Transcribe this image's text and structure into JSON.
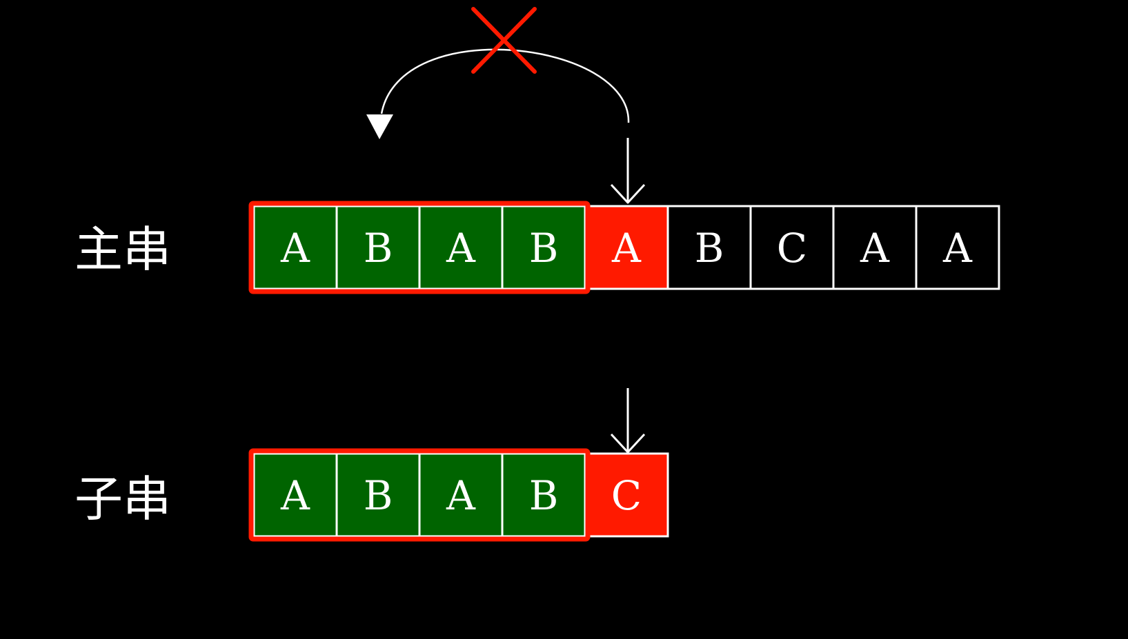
{
  "main_string": {
    "label": "主串",
    "cells": [
      "A",
      "B",
      "A",
      "B",
      "A",
      "B",
      "C",
      "A",
      "A"
    ],
    "matched_count": 4,
    "mismatch_index": 4
  },
  "sub_string": {
    "label": "子串",
    "cells": [
      "A",
      "B",
      "A",
      "B",
      "C"
    ],
    "matched_count": 4,
    "mismatch_index": 4
  },
  "colors": {
    "background": "#000000",
    "matched_fill": "#006400",
    "mismatch_fill": "#ff1a00",
    "highlight_border": "#ff1a00",
    "line": "#ffffff",
    "cross": "#ff1a00"
  },
  "icons": {
    "main_pointer": "down-arrow-icon",
    "sub_pointer": "down-arrow-icon",
    "backtrack": "curved-arrow-icon",
    "rejected": "cross-icon"
  }
}
